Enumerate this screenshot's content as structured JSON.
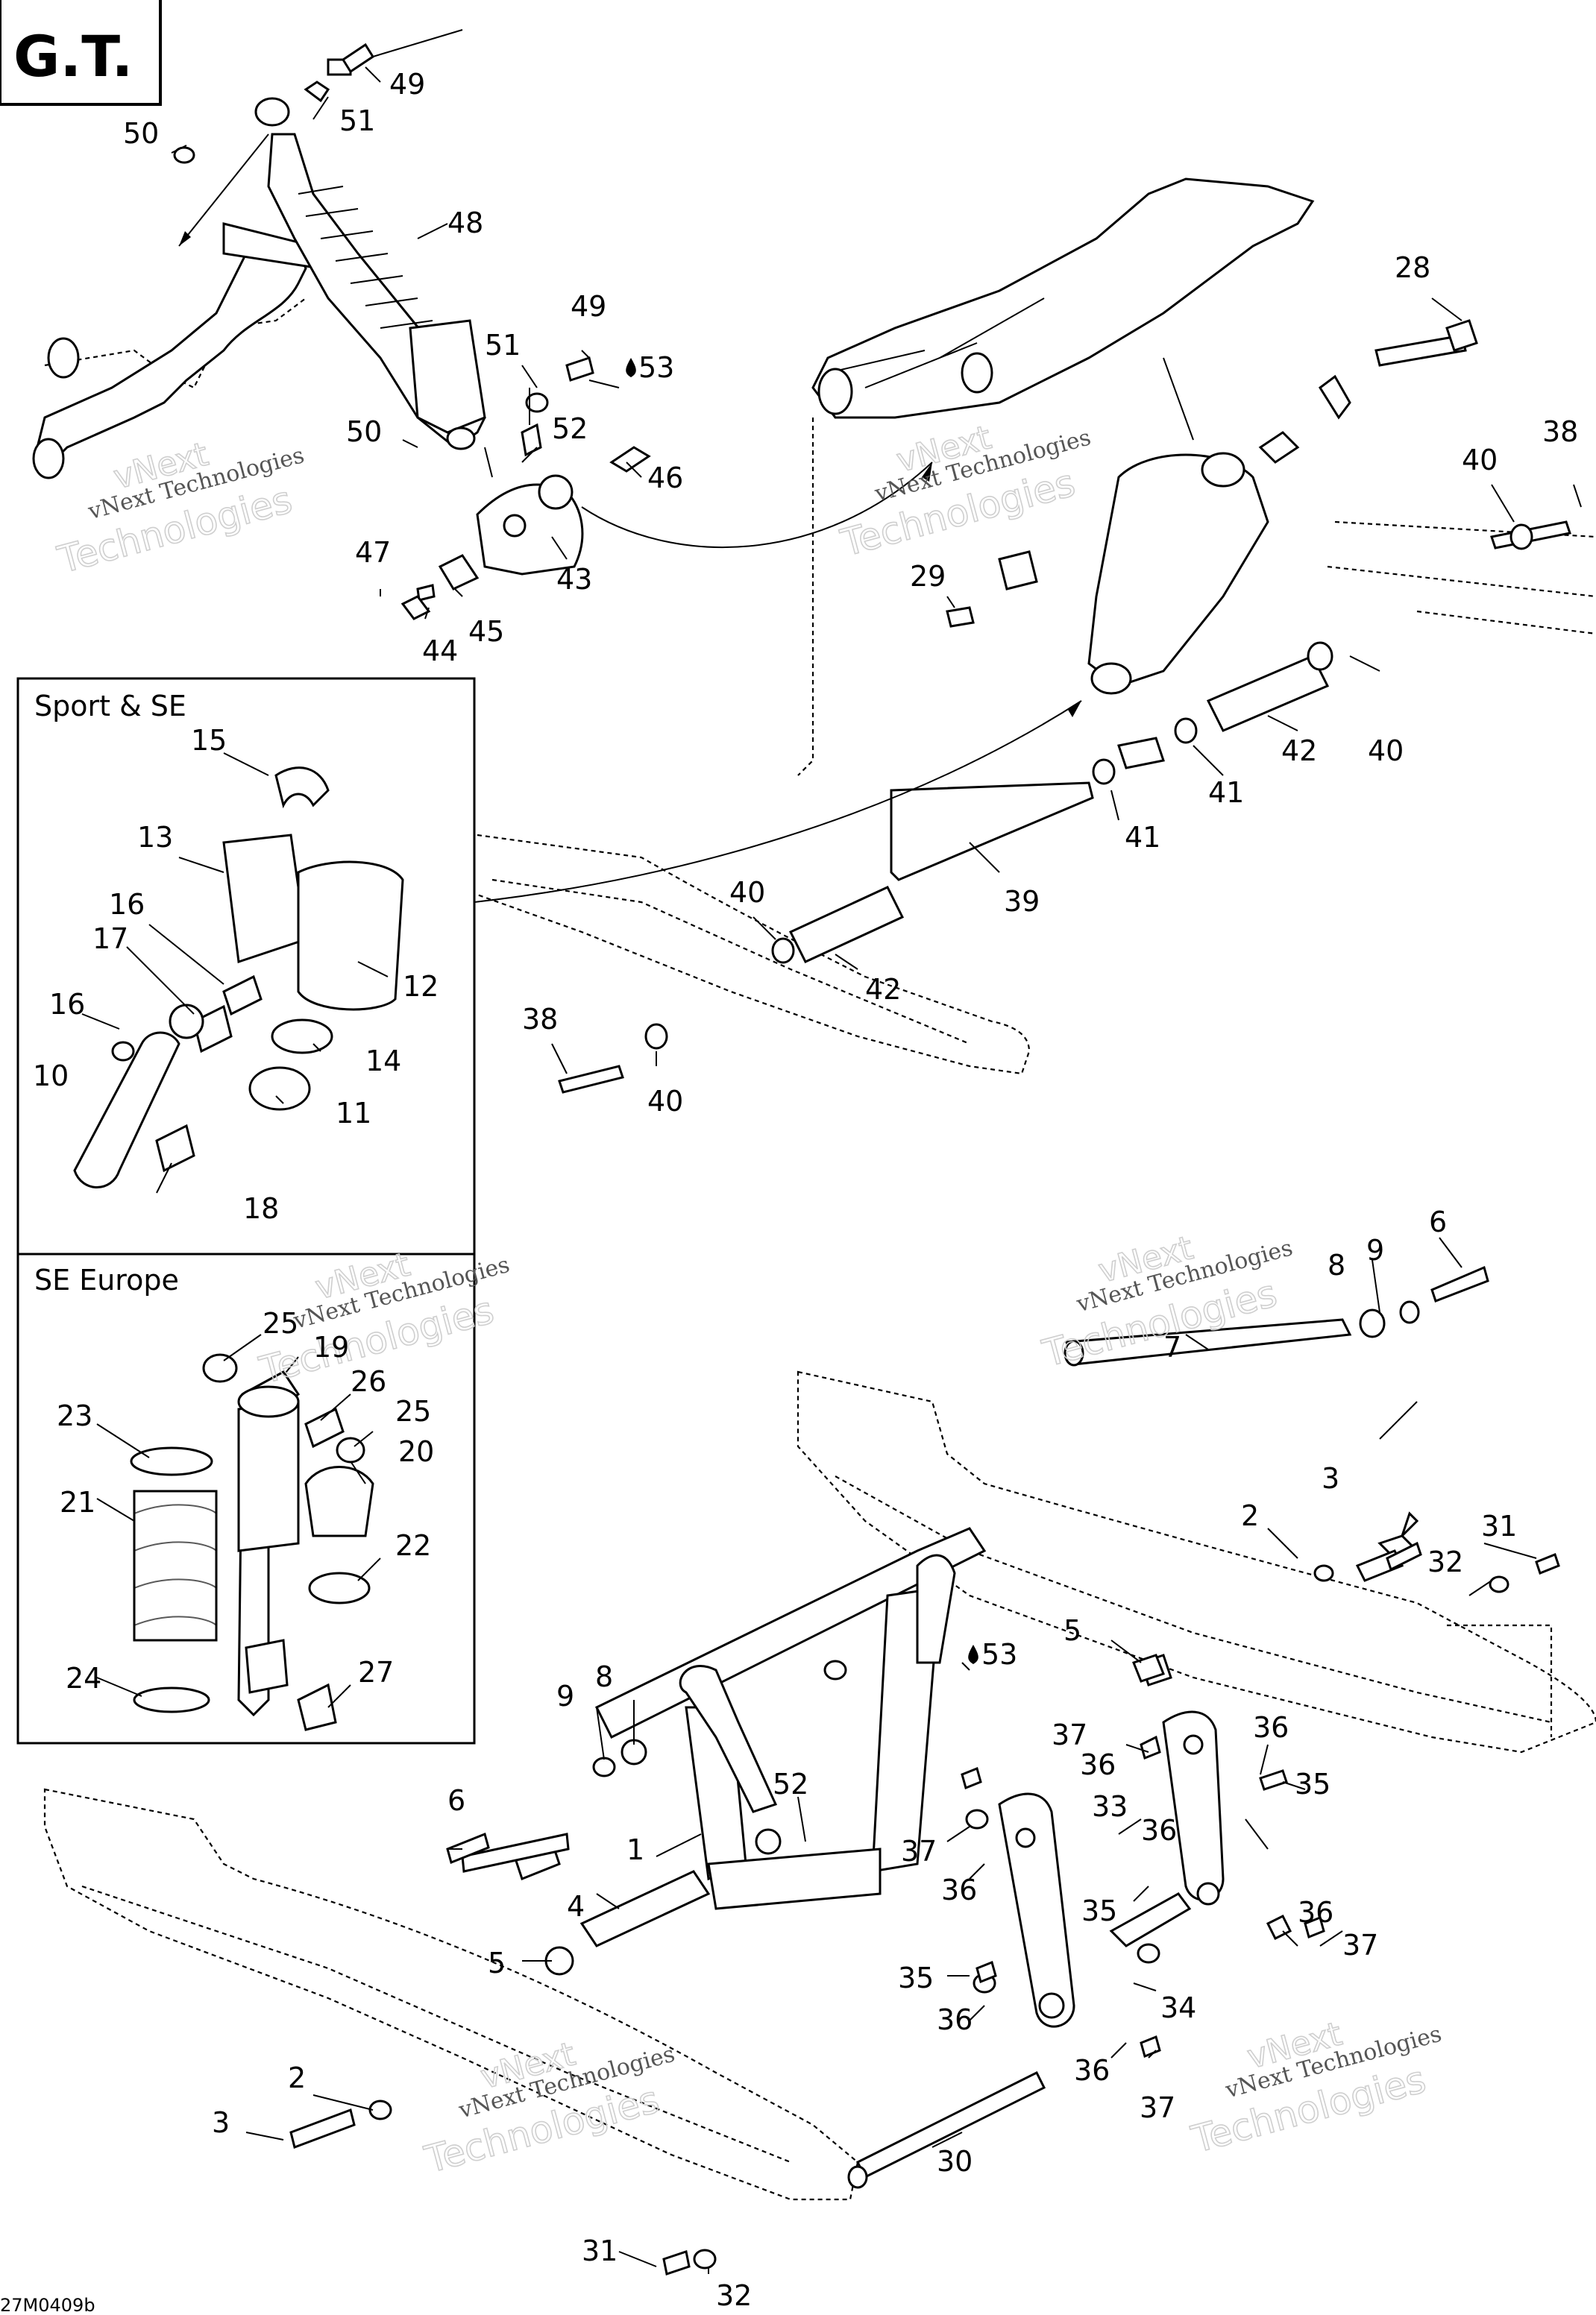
{
  "title": "G.T.",
  "drawing_number": "27M0409b",
  "panels": {
    "sport_se": "Sport & SE",
    "se_europe": "SE Europe"
  },
  "watermark": {
    "line1": "vNext",
    "line2": "Technologies",
    "small": "vNext Technologies"
  },
  "callouts": {
    "c49a": "49",
    "c51a": "51",
    "c50a": "50",
    "c48": "48",
    "c49b": "49",
    "c51b": "51",
    "c53a": "53",
    "c50b": "50",
    "c52a": "52",
    "c46": "46",
    "c47": "47",
    "c43": "43",
    "c45": "45",
    "c44": "44",
    "c28": "28",
    "c40a": "40",
    "c38a": "38",
    "c29": "29",
    "c42a": "42",
    "c40b": "40",
    "c41a": "41",
    "c41b": "41",
    "c39": "39",
    "c40c": "40",
    "c42b": "42",
    "c38b": "38",
    "c40d": "40",
    "c15": "15",
    "c13": "13",
    "c16a": "16",
    "c17": "17",
    "c12": "12",
    "c16b": "16",
    "c14": "14",
    "c10": "10",
    "c11": "11",
    "c18": "18",
    "c25a": "25",
    "c19": "19",
    "c26": "26",
    "c25b": "25",
    "c23": "23",
    "c20": "20",
    "c21": "21",
    "c22": "22",
    "c24": "24",
    "c27": "27",
    "c6a": "6",
    "c9a": "9",
    "c8a": "8",
    "c7": "7",
    "c3a": "3",
    "c2a": "2",
    "c31a": "31",
    "c32a": "32",
    "c5a": "5",
    "c53b": "53",
    "c9b": "9",
    "c8b": "8",
    "c37a": "37",
    "c36a": "36",
    "c36b": "36",
    "c35a": "35",
    "c52b": "52",
    "c6b": "6",
    "c33": "33",
    "c36c": "36",
    "c1": "1",
    "c37b": "37",
    "c36d": "36",
    "c35b": "35",
    "c36e": "36",
    "c37c": "37",
    "c4": "4",
    "c5b": "5",
    "c35c": "35",
    "c34": "34",
    "c36f": "36",
    "c36g": "36",
    "c37d": "37",
    "c2b": "2",
    "c3b": "3",
    "c30": "30",
    "c31b": "31",
    "c32b": "32"
  }
}
